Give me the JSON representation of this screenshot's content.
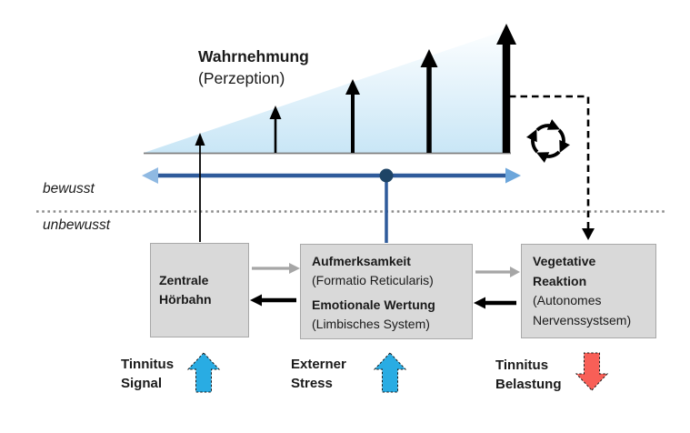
{
  "perception": {
    "title": "Wahrnehmung",
    "subtitle": "(Perzeption)"
  },
  "levels": {
    "conscious": "bewusst",
    "unconscious": "unbewusst"
  },
  "boxes": {
    "auditory": {
      "line1": "Zentrale",
      "line2": "Hörbahn"
    },
    "attention": {
      "line1": "Aufmerksamkeit",
      "line2": "(Formatio Reticularis)",
      "line3": "Emotionale Wertung",
      "line4": "(Limbisches System)"
    },
    "vegetative": {
      "line1": "Vegetative",
      "line2": "Reaktion",
      "line3": "(Autonomes",
      "line4": "Nervenssystsem)"
    }
  },
  "inputs": {
    "signal": {
      "line1": "Tinnitus",
      "line2": "Signal",
      "direction": "up",
      "arrow_color": "#29ACE3"
    },
    "stress": {
      "line1": "Externer",
      "line2": "Stress",
      "direction": "up",
      "arrow_color": "#29ACE3"
    },
    "burden": {
      "line1": "Tinnitus",
      "line2": "Belastung",
      "direction": "down",
      "arrow_color": "#F85F57"
    }
  },
  "icons": {
    "cycle": "cycle-arrows-icon"
  },
  "colors": {
    "wedge_top": "#FCFEFF",
    "wedge_bottom": "#C9E6F6",
    "slider_line": "#2F5B9B",
    "slider_dot": "#1E4466",
    "slider_head_left": "#8FB9E2",
    "slider_head_right": "#6CA6DB",
    "box_fill": "#D9D9D9",
    "box_border": "#A8A8A8",
    "gray_arrow": "#A6A6A6",
    "divider_gray": "#8C8C8C",
    "up_arrow_cyan": "#29ACE3",
    "down_arrow_red": "#F85F57"
  }
}
